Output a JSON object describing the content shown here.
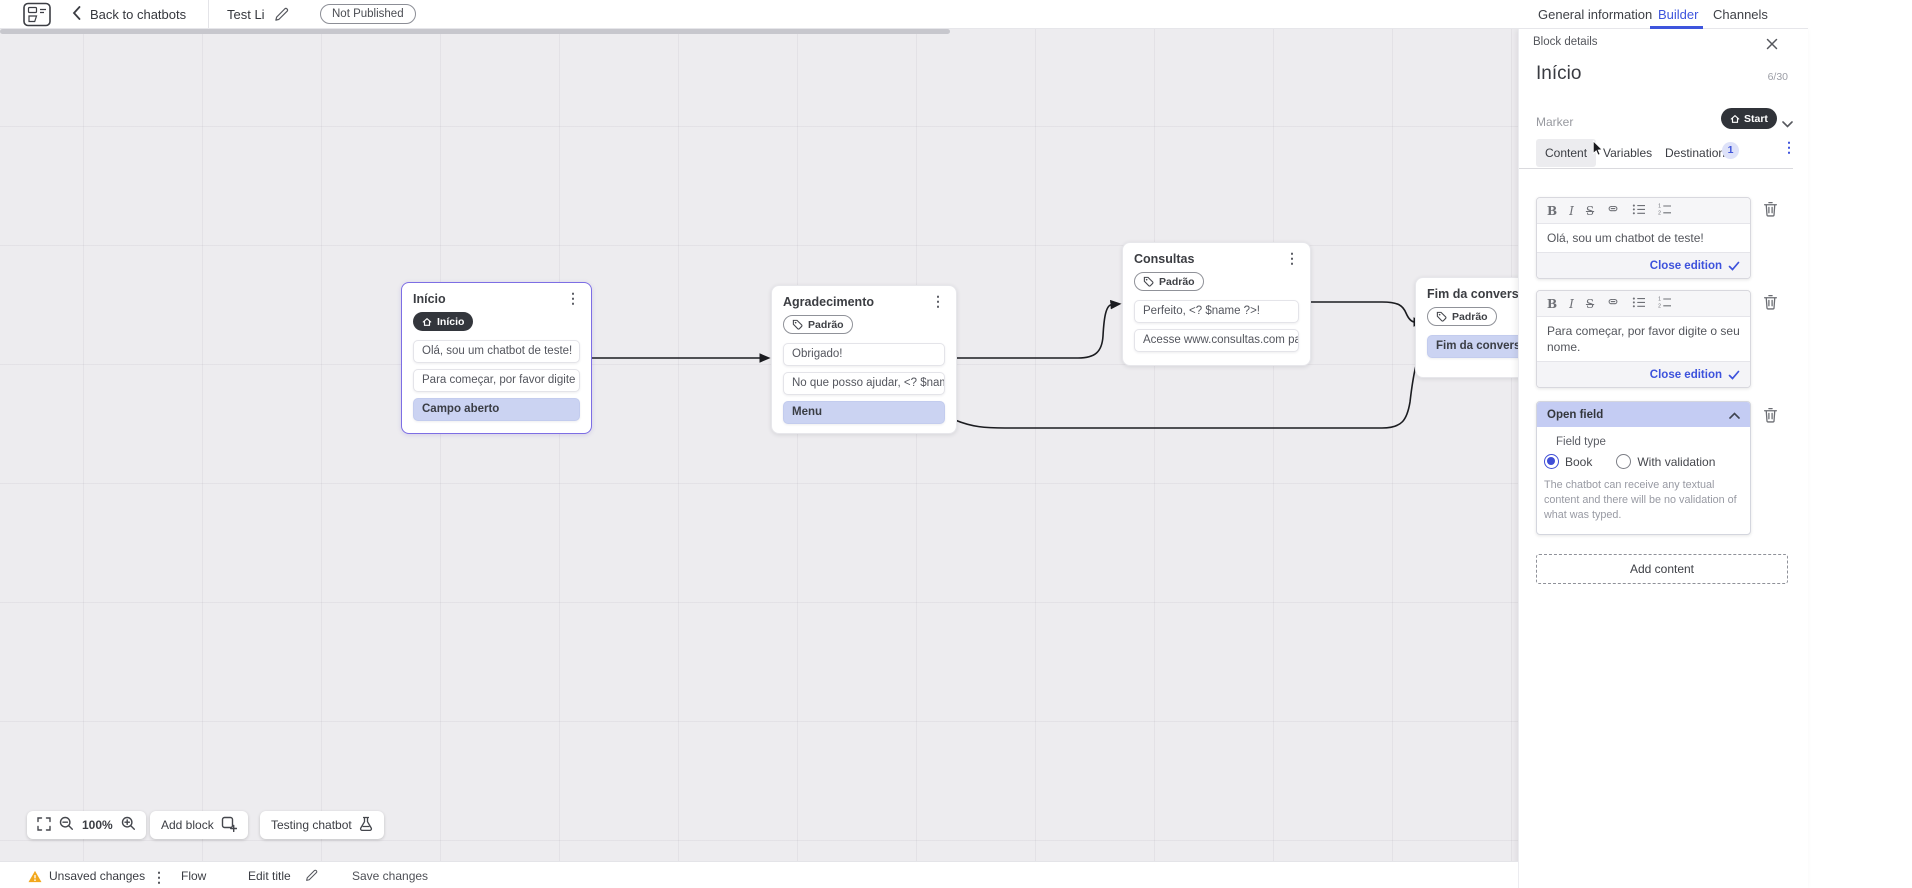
{
  "colors": {
    "accent": "#3e55dd",
    "highlight_item_bg": "#cbd3f2",
    "dark_pill_bg": "#33363c",
    "open_field_header_bg": "#c4ccf3",
    "canvas_bg": "#edecef",
    "selected_block_border": "#7d6ee4",
    "warning": "#f2a81d"
  },
  "header": {
    "back_label": "Back to chatbots",
    "bot_title": "Test Li",
    "status_badge": "Not Published",
    "nav_tabs": [
      {
        "label": "General information",
        "active": false
      },
      {
        "label": "Builder",
        "active": true
      },
      {
        "label": "Channels",
        "active": false
      }
    ]
  },
  "panel": {
    "heading": "Block details",
    "block_name": "Início",
    "name_counter": "6/30",
    "marker_label": "Marker",
    "marker_value": "Start",
    "tabs": {
      "content": "Content",
      "variables": "Variables",
      "destination": "Destination",
      "destination_count": "1"
    },
    "editor_toolbar": [
      "bold",
      "italic",
      "strikethrough",
      "link",
      "unordered-list",
      "ordered-list"
    ],
    "editors": [
      {
        "text": "Olá, sou um chatbot de teste!",
        "action": "Close edition"
      },
      {
        "text": "Para começar, por favor digite o seu nome.",
        "action": "Close edition"
      }
    ],
    "open_field": {
      "title": "Open field",
      "field_type_label": "Field type",
      "options": [
        {
          "label": "Book",
          "selected": true
        },
        {
          "label": "With validation",
          "selected": false
        }
      ],
      "description": "The chatbot can receive any textual content and there will be no validation of what was typed."
    },
    "add_content_label": "Add content"
  },
  "canvas": {
    "blocks": [
      {
        "title": "Início",
        "badge": "Início",
        "badge_type": "start",
        "items": [
          {
            "text": "Olá, sou um chatbot de teste!",
            "highlight": false
          },
          {
            "text": "Para começar, por favor digite o ...",
            "highlight": false
          },
          {
            "text": "Campo aberto",
            "highlight": true
          }
        ]
      },
      {
        "title": "Agradecimento",
        "badge": "Padrão",
        "badge_type": "default",
        "items": [
          {
            "text": "Obrigado!",
            "highlight": false
          },
          {
            "text": "No que posso ajudar, <? $name ...",
            "highlight": false
          },
          {
            "text": "Menu",
            "highlight": true
          }
        ]
      },
      {
        "title": "Consultas",
        "badge": "Padrão",
        "badge_type": "default",
        "items": [
          {
            "text": "Perfeito, <? $name ?>!",
            "highlight": false
          },
          {
            "text": "Acesse www.consultas.com par...",
            "highlight": false
          }
        ]
      },
      {
        "title": "Fim da conversa",
        "badge": "Padrão",
        "badge_type": "default",
        "items": [
          {
            "text": "Fim da conversa",
            "highlight": true
          }
        ]
      }
    ],
    "zoom_level": "100%",
    "add_block_label": "Add block",
    "testing_label": "Testing chatbot"
  },
  "statusbar": {
    "unsaved_label": "Unsaved changes",
    "flow_label": "Flow",
    "edit_title_label": "Edit title",
    "save_label": "Save changes"
  }
}
